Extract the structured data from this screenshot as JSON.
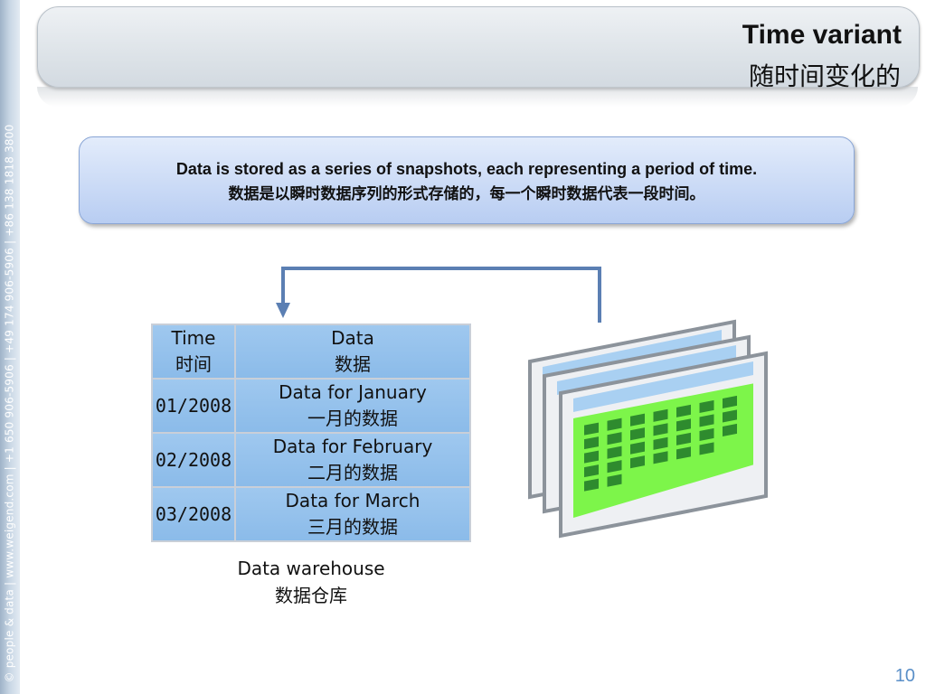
{
  "sidebar": {
    "text": "© people & data | www.weigend.com | +1 650 906-5906 | +49 174 906-5906 | +86 138 1818 3800"
  },
  "title": {
    "en": "Time variant",
    "zh": "随时间变化的"
  },
  "callout": {
    "en": "Data is stored as a series of snapshots, each representing a period of time.",
    "zh": "数据是以瞬时数据序列的形式存储的，每一个瞬时数据代表一段时间。"
  },
  "table": {
    "header": {
      "time_en": "Time",
      "time_zh": "时间",
      "data_en": "Data",
      "data_zh": "数据"
    },
    "rows": [
      {
        "time": "01/2008",
        "data_en": "Data for January",
        "data_zh": "一月的数据"
      },
      {
        "time": "02/2008",
        "data_en": "Data for February",
        "data_zh": "二月的数据"
      },
      {
        "time": "03/2008",
        "data_en": "Data for March",
        "data_zh": "三月的数据"
      }
    ]
  },
  "caption": {
    "en": "Data warehouse",
    "zh": "数据仓库"
  },
  "page_number": "10",
  "colors": {
    "arrow": "#5b7fb3",
    "table_cell": "#9fc8ef",
    "grid_green": "#7df54a",
    "grid_cell": "#2e8b2e",
    "sheet_header": "#a9d0f2"
  },
  "icons": [
    "stacked-spreadsheets-icon",
    "loop-arrow-icon"
  ]
}
